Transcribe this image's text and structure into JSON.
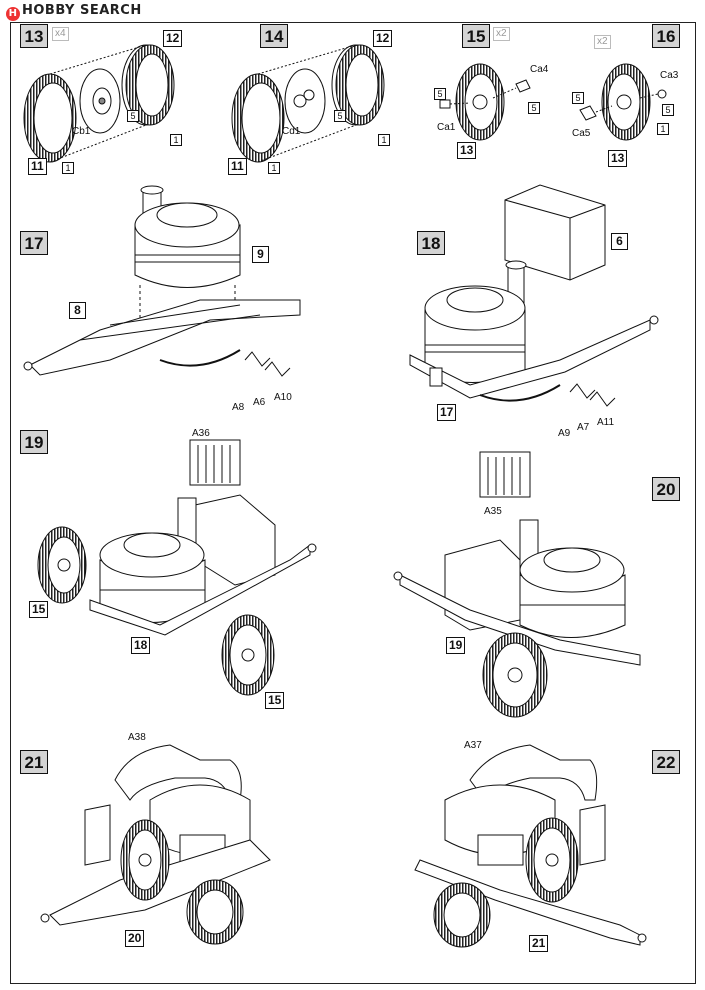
{
  "header": {
    "logo_text": "HOBBY SEARCH",
    "logo_mark": "H"
  },
  "steps": {
    "s13": {
      "number": "13",
      "qty": "x4",
      "parts": {
        "a": "12",
        "b": "Cb1",
        "c": "11",
        "d": "1",
        "e": "1",
        "f": "5"
      }
    },
    "s14": {
      "number": "14",
      "parts": {
        "a": "12",
        "b": "Cd1",
        "c": "11",
        "d": "1",
        "e": "1",
        "f": "5"
      }
    },
    "s15": {
      "number": "15",
      "qty": "x2",
      "parts": {
        "a": "Ca4",
        "b": "5",
        "c": "5",
        "d": "Ca1",
        "e": "13"
      }
    },
    "s16": {
      "number": "16",
      "qty": "x2",
      "parts": {
        "a": "Ca3",
        "b": "5",
        "c": "5",
        "d": "Ca5",
        "e": "1",
        "f": "13"
      }
    },
    "s17": {
      "number": "17",
      "parts": {
        "a": "9",
        "b": "8",
        "c": "A8",
        "d": "A6",
        "e": "A10"
      }
    },
    "s18": {
      "number": "18",
      "parts": {
        "a": "6",
        "b": "17",
        "c": "A9",
        "d": "A7",
        "e": "A11"
      }
    },
    "s19": {
      "number": "19",
      "parts": {
        "a": "A36",
        "b": "15",
        "c": "18",
        "d": "15"
      }
    },
    "s20": {
      "number": "20",
      "parts": {
        "a": "A35",
        "b": "19"
      }
    },
    "s21": {
      "number": "21",
      "parts": {
        "a": "A38",
        "b": "20"
      }
    },
    "s22": {
      "number": "22",
      "parts": {
        "a": "A37",
        "b": "21"
      }
    }
  },
  "colors": {
    "line": "#111111",
    "step_box_fill": "#d4d4d4",
    "highlight": "#9a9a9a"
  }
}
